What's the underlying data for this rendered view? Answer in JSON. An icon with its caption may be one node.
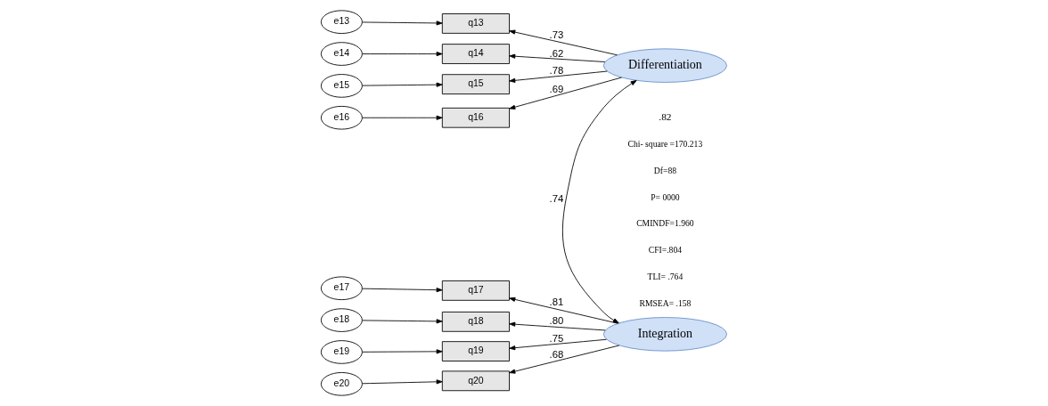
{
  "diagram": {
    "nodes": [
      {
        "text": [
          "e13"
        ]
      },
      {
        "text": [
          "e14"
        ]
      },
      {
        "text": [
          "e15"
        ]
      },
      {
        "text": [
          "e16"
        ]
      },
      {
        "text": [
          "e17"
        ]
      },
      {
        "text": [
          "e18"
        ]
      },
      {
        "text": [
          "e19"
        ]
      },
      {
        "text": [
          "e20"
        ]
      },
      {
        "text": [
          "q13"
        ]
      },
      {
        "text": [
          "q14"
        ]
      },
      {
        "text": [
          "q15"
        ]
      },
      {
        "text": [
          "q16"
        ]
      },
      {
        "text": [
          "q17"
        ]
      },
      {
        "text": [
          "q18"
        ]
      },
      {
        "text": [
          "q19"
        ]
      },
      {
        "text": [
          "q20"
        ]
      },
      {
        "text": [
          "Differentiation"
        ]
      },
      {
        "text": [
          "Integration"
        ]
      }
    ],
    "edges": [
      {
        "from": 0,
        "to": 8,
        "arrow": "to"
      },
      {
        "from": 1,
        "to": 9,
        "arrow": "to"
      },
      {
        "from": 2,
        "to": 10,
        "arrow": "to"
      },
      {
        "from": 3,
        "to": 11,
        "arrow": "to"
      },
      {
        "from": 4,
        "to": 12,
        "arrow": "to"
      },
      {
        "from": 5,
        "to": 13,
        "arrow": "to"
      },
      {
        "from": 6,
        "to": 14,
        "arrow": "to"
      },
      {
        "from": 7,
        "to": 15,
        "arrow": "to"
      },
      {
        "from": 16,
        "to": 8,
        "arrow": "to",
        "label": ".73"
      },
      {
        "from": 16,
        "to": 9,
        "arrow": "to",
        "label": ".62"
      },
      {
        "from": 16,
        "to": 10,
        "arrow": "to",
        "label": ".78"
      },
      {
        "from": 16,
        "to": 11,
        "arrow": "to",
        "label": ".69"
      },
      {
        "from": 17,
        "to": 12,
        "arrow": "to",
        "label": ".81"
      },
      {
        "from": 17,
        "to": 13,
        "arrow": "to",
        "label": ".80"
      },
      {
        "from": 17,
        "to": 14,
        "arrow": "to",
        "label": ".75"
      },
      {
        "from": 17,
        "to": 15,
        "arrow": "to",
        "label": ".68"
      },
      {
        "from": 16,
        "to": 17,
        "arrow": "both",
        "label": ".74"
      }
    ],
    "labels": [
      ".82",
      "Chi- square =170.213",
      "Df=88",
      "P= 0000",
      "CMINDF=1.960",
      "CFI=.804",
      "TLI= .764",
      "RMSEA= .158"
    ]
  }
}
